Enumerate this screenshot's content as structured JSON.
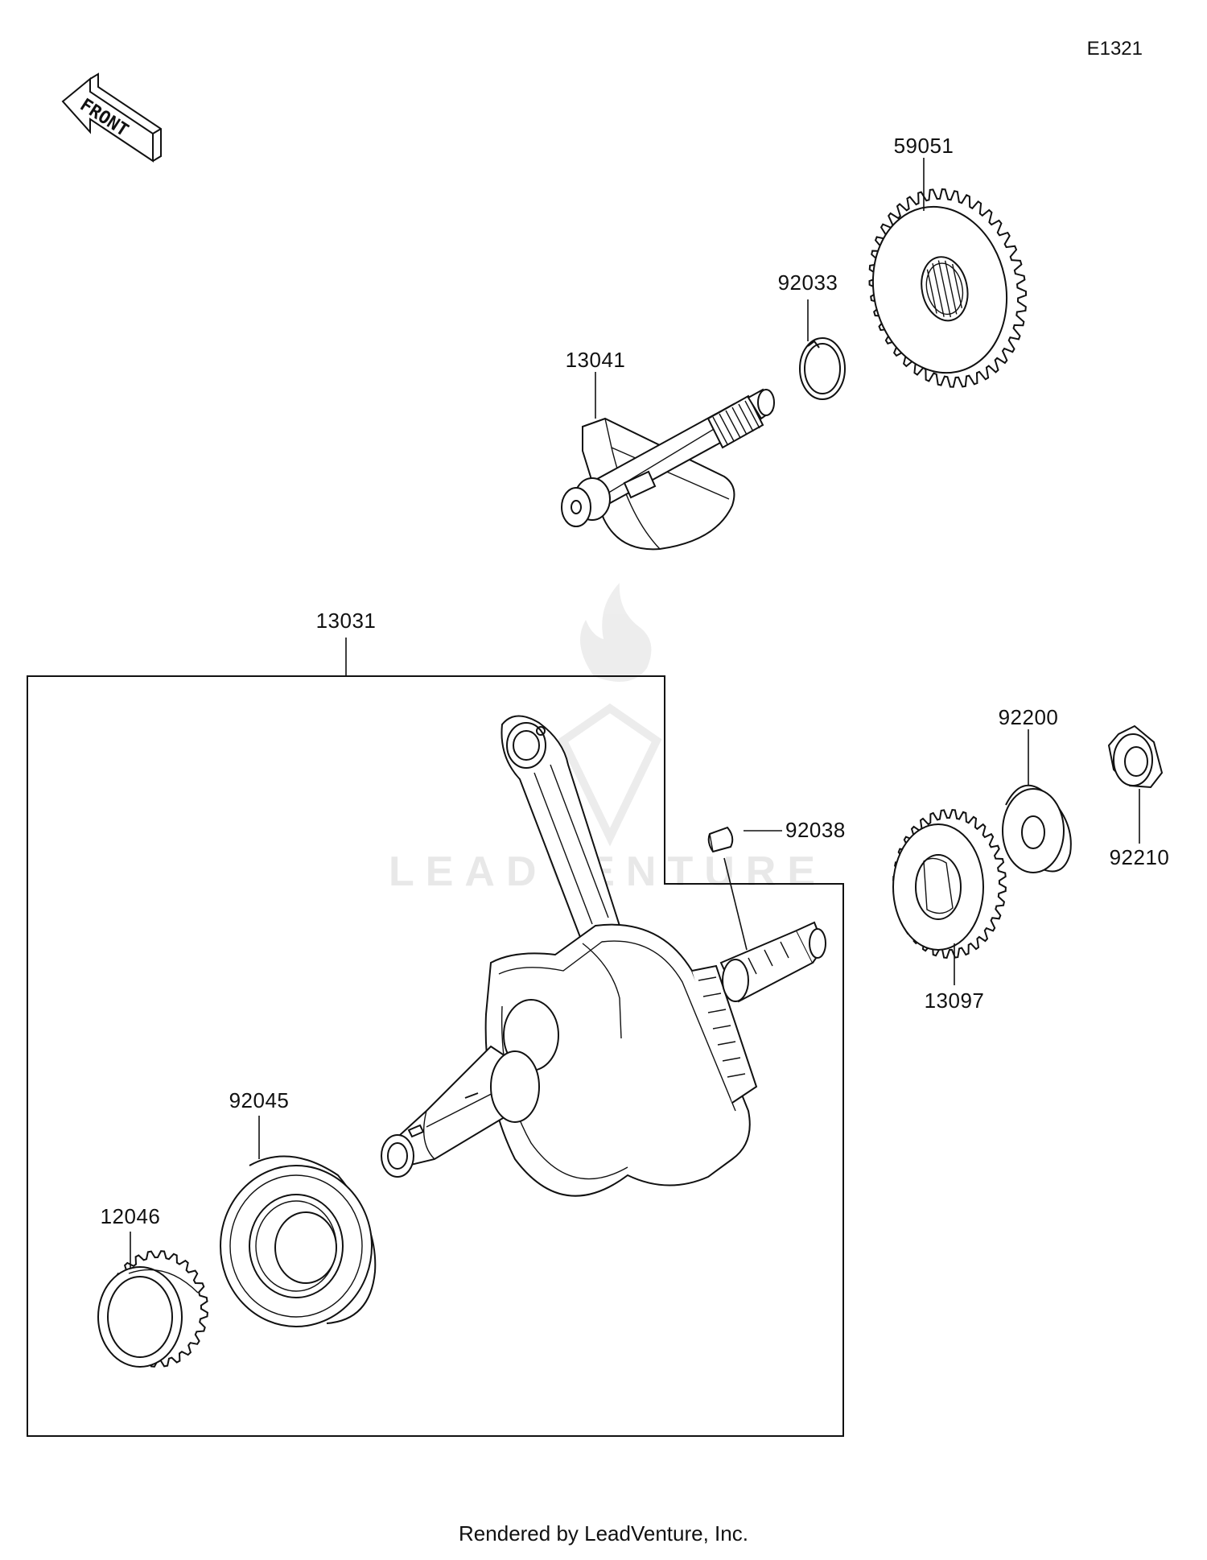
{
  "diagram": {
    "code": "E1321",
    "front_label": "FRONT",
    "watermark": "LEADVENTURE",
    "credit": "Rendered by LeadVenture, Inc."
  },
  "parts": {
    "balancer_gear": {
      "number": "59051"
    },
    "circlip": {
      "number": "92033"
    },
    "balancer_shaft": {
      "number": "13041"
    },
    "crankshaft_assembly": {
      "number": "13031"
    },
    "woodruff_key": {
      "number": "92038"
    },
    "gear_13097": {
      "number": "13097"
    },
    "washer": {
      "number": "92200"
    },
    "nut": {
      "number": "92210"
    },
    "ball_bearing": {
      "number": "92045"
    },
    "crank_gear": {
      "number": "12046"
    }
  }
}
